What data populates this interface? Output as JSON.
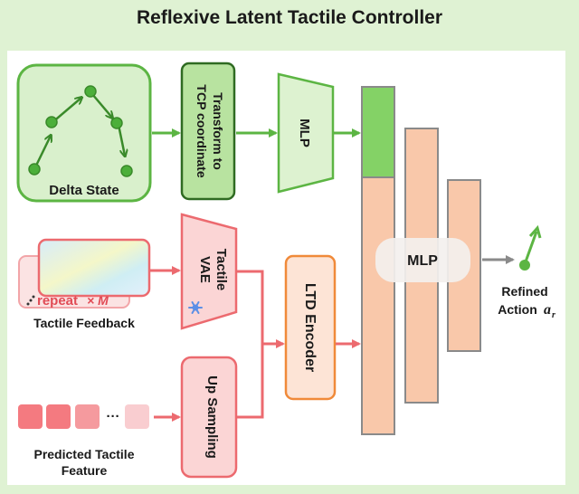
{
  "title": "Reflexive Latent Tactile Controller",
  "blocks": {
    "delta_state": "Delta State",
    "transform_line1": "Transform to",
    "transform_line2": "TCP coordinate",
    "mlp_top": "MLP",
    "tactile_vae_line1": "Tactile",
    "tactile_vae_line2": "VAE",
    "tactile_feedback": "Tactile Feedback",
    "repeat_label": "repeat",
    "repeat_times": "× M",
    "up_sampling": "Up Sampling",
    "predicted_line1": "Predicted Tactile",
    "predicted_line2": "Feature",
    "predicted_ellipsis": "···",
    "ltd_encoder": "LTD Encoder",
    "mlp_main": "MLP",
    "refined_line1": "Refined",
    "refined_line2": "Action",
    "refined_symbol": "a",
    "refined_subscript": "r"
  },
  "colors": {
    "green_stroke": "#5cb543",
    "green_fill": "#d9f0cc",
    "green_dark": "#3a8a2a",
    "red_stroke": "#ec6a6f",
    "red_fill": "#fbd5d5",
    "orange_stroke": "#f08a3a",
    "orange_fill": "#fde4d6",
    "bar_fill": "#f9c8aa",
    "bar_stroke": "#8a8a8a",
    "bar_green": "#84d266",
    "gray_arrow": "#8a8a8a",
    "snowflake": "#5b8fe6"
  }
}
